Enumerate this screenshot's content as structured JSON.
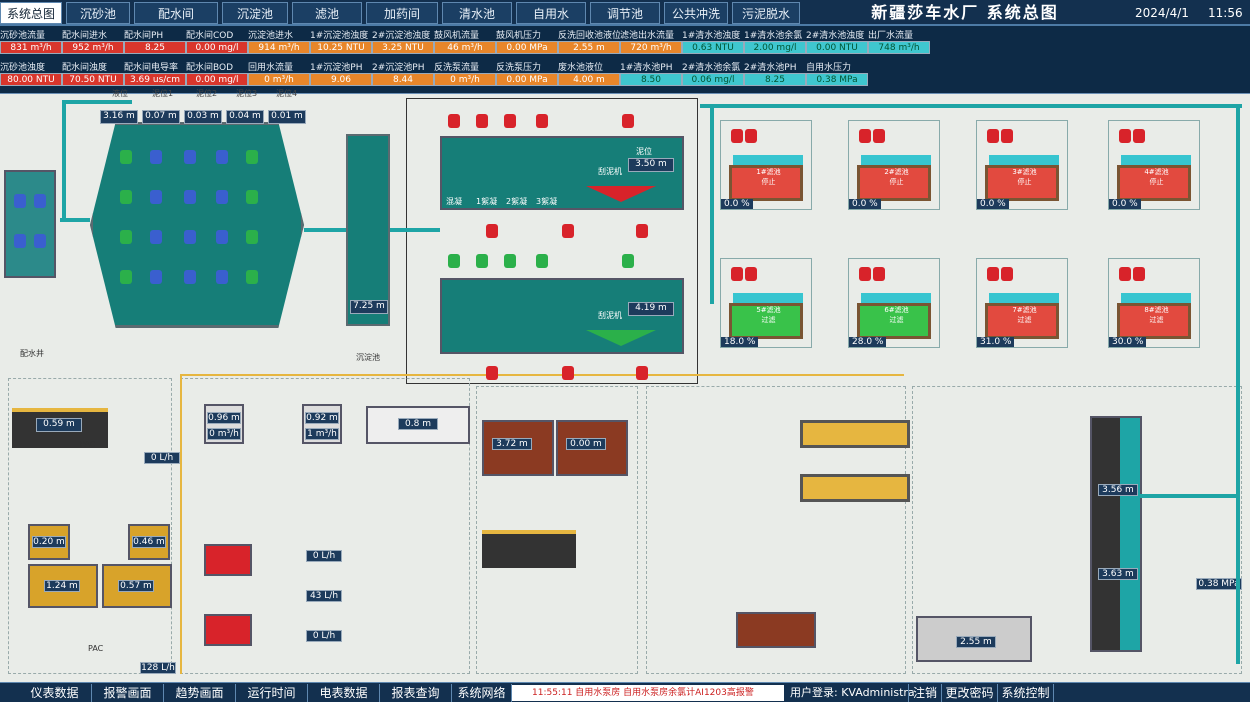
{
  "nav": {
    "tabs": [
      "系统总图",
      "沉砂池",
      "配水间",
      "沉淀池",
      "滤池",
      "加药间",
      "清水池",
      "自用水",
      "调节池",
      "公共冲洗",
      "污泥脱水"
    ],
    "title": "新疆莎车水厂    系统总图",
    "date": "2024/4/1",
    "time": "11:56"
  },
  "kpis": [
    {
      "label": "沉砂池流量",
      "value": "831 m³/h",
      "color": "red"
    },
    {
      "label": "配水间进水",
      "value": "952 m³/h",
      "color": "red"
    },
    {
      "label": "配水间PH",
      "value": "8.25",
      "color": "red"
    },
    {
      "label": "配水间COD",
      "value": "0.00 mg/l",
      "color": "red"
    },
    {
      "label": "沉淀池进水",
      "value": "914 m³/h",
      "color": "orange"
    },
    {
      "label": "1#沉淀池浊度",
      "value": "10.25 NTU",
      "color": "orange"
    },
    {
      "label": "2#沉淀池浊度",
      "value": "3.25 NTU",
      "color": "orange"
    },
    {
      "label": "鼓风机流量",
      "value": "46 m³/h",
      "color": "orange"
    },
    {
      "label": "鼓风机压力",
      "value": "0.00 MPa",
      "color": "orange"
    },
    {
      "label": "反洗回收池液位",
      "value": "2.55 m",
      "color": "orange"
    },
    {
      "label": "滤池出水流量",
      "value": "720 m³/h",
      "color": "orange"
    },
    {
      "label": "1#清水池浊度",
      "value": "0.63 NTU",
      "color": "cyan"
    },
    {
      "label": "1#清水池余氯",
      "value": "2.00 mg/l",
      "color": "cyan"
    },
    {
      "label": "2#清水池浊度",
      "value": "0.00 NTU",
      "color": "cyan"
    },
    {
      "label": "出厂水流量",
      "value": "748 m³/h",
      "color": "cyan"
    },
    {
      "label": "沉砂池浊度",
      "value": "80.00 NTU",
      "color": "red"
    },
    {
      "label": "配水间浊度",
      "value": "70.50 NTU",
      "color": "red"
    },
    {
      "label": "配水间电导率",
      "value": "3.69 us/cm",
      "color": "red"
    },
    {
      "label": "配水间BOD",
      "value": "0.00 mg/l",
      "color": "red"
    },
    {
      "label": "回用水流量",
      "value": "0 m³/h",
      "color": "orange"
    },
    {
      "label": "1#沉淀池PH",
      "value": "9.06",
      "color": "orange"
    },
    {
      "label": "2#沉淀池PH",
      "value": "8.44",
      "color": "orange"
    },
    {
      "label": "反洗泵流量",
      "value": "0 m³/h",
      "color": "orange"
    },
    {
      "label": "反洗泵压力",
      "value": "0.00 MPa",
      "color": "orange"
    },
    {
      "label": "废水池液位",
      "value": "4.00 m",
      "color": "orange"
    },
    {
      "label": "1#清水池PH",
      "value": "8.50",
      "color": "cyan"
    },
    {
      "label": "2#清水池余氯",
      "value": "0.06 mg/l",
      "color": "cyan"
    },
    {
      "label": "2#清水池PH",
      "value": "8.25",
      "color": "cyan"
    },
    {
      "label": "自用水压力",
      "value": "0.38 MPa",
      "color": "cyan"
    }
  ],
  "grit": {
    "level_labels": [
      "液位",
      "泥位1",
      "泥位2",
      "泥位3",
      "泥位4"
    ],
    "levels": [
      "3.16 m",
      "0.07 m",
      "0.03 m",
      "0.04 m",
      "0.01 m"
    ],
    "label": "配水井",
    "side_level": "7.25 m",
    "side_label": "沉淀池"
  },
  "sedimentation": {
    "tank1_mud_label": "泥位",
    "tank1_mud": "3.50 m",
    "tank2_mud": "4.19 m",
    "scraper_label": "刮泥机",
    "stages": [
      "混凝",
      "1絮凝",
      "2絮凝",
      "3絮凝"
    ]
  },
  "filters": [
    {
      "name": "1#滤池",
      "state": "停止",
      "pct": "0.0 %",
      "status": "red"
    },
    {
      "name": "2#滤池",
      "state": "停止",
      "pct": "0.0 %",
      "status": "red"
    },
    {
      "name": "3#滤池",
      "state": "停止",
      "pct": "0.0 %",
      "status": "red"
    },
    {
      "name": "4#滤池",
      "state": "停止",
      "pct": "0.0 %",
      "status": "red"
    },
    {
      "name": "5#滤池",
      "state": "过滤",
      "pct": "18.0 %",
      "status": "green"
    },
    {
      "name": "6#滤池",
      "state": "过滤",
      "pct": "28.0 %",
      "status": "green"
    },
    {
      "name": "7#滤池",
      "state": "过滤",
      "pct": "31.0 %",
      "status": "red"
    },
    {
      "name": "8#滤池",
      "state": "过滤",
      "pct": "30.0 %",
      "status": "red"
    }
  ],
  "lower": {
    "pac_level": "0.59 m",
    "pac_flow": "0 L/h",
    "pac_label": "PAC",
    "tanks": [
      "0.20 m",
      "0.46 m",
      "1.24 m",
      "0.57 m"
    ],
    "pac2_flow": "128 L/h",
    "pac2_label": "PAC",
    "chlor_a": "0.96 m",
    "chlor_a_flow": "0 m³/h",
    "chlor_b": "0.92 m",
    "chlor_b_flow": "1 m³/h",
    "flow1": "0 L/h",
    "flow2": "43 L/h",
    "flow3": "0 L/h",
    "box_level": "0.8 m",
    "sludge1": "3.72 m",
    "sludge2": "0.00 m",
    "backwash_level": "2.55 m",
    "clear1": "3.56 m",
    "clear2": "3.63 m",
    "pressure": "0.38 MPa"
  },
  "bottom": {
    "buttons": [
      "仪表数据",
      "报警画面",
      "趋势画面",
      "运行时间",
      "电表数据",
      "报表查询",
      "系统网络"
    ],
    "alarm": "11:55:11  自用水泵房    自用水泵房余氯计AI1203高报警",
    "user_label": "用户登录: KVAdministra",
    "right_buttons": [
      "注销",
      "更改密码",
      "系统控制"
    ]
  }
}
